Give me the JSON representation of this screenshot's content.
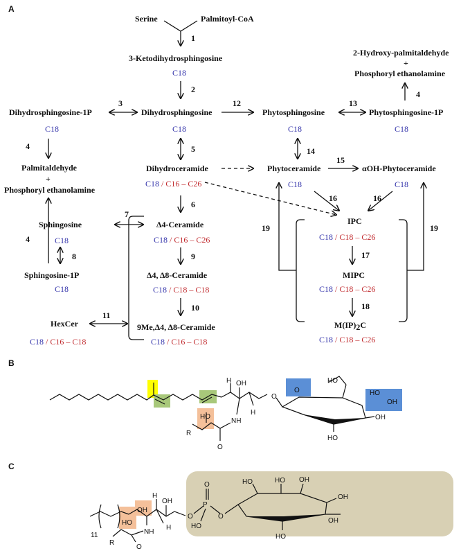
{
  "panels": {
    "a": "A",
    "b": "B",
    "c": "C"
  },
  "colors": {
    "c18": "#3333aa",
    "range": "#c0282c",
    "orange": "#f4c09a",
    "green": "#a8c87a",
    "yellow": "#ffff00",
    "blue": "#5b8fd6",
    "tan": "#d8d0b4"
  },
  "pathway": {
    "serine": "Serine",
    "palmitoyl_coa": "Palmitoyl-CoA",
    "ketodihydrosphingosine": "3-Ketodihydrosphingosine",
    "dihydrosphingosine_1p": "Dihydrosphingosine-1P",
    "dihydrosphingosine": "Dihydrosphingosine",
    "phytosphingosine": "Phytosphingosine",
    "phytosphingosine_1p": "Phytosphingosine-1P",
    "hydroxy_palmitaldehyde": "2-Hydroxy-palmitaldehyde",
    "plus": "+",
    "phosphoryl_ethanolamine": "Phosphoryl ethanolamine",
    "palmitaldehyde": "Palmitaldehyde",
    "dihydroceramide": "Dihydroceramide",
    "phytoceramide": "Phytoceramide",
    "aoh_phytoceramide": "αOH-Phytoceramide",
    "sphingosine": "Sphingosine",
    "d4_ceramide": "Δ4-Ceramide",
    "sphingosine_1p": "Sphingosine-1P",
    "d4d8_ceramide": "Δ4, Δ8-Ceramide",
    "hexcer": "HexCer",
    "me_ceramide": "9Me,Δ4, Δ8-Ceramide",
    "ipc": "IPC",
    "mipc": "MIPC",
    "mip2c_main": "M(IP)",
    "mip2c_sub": "2",
    "mip2c_end": "C",
    "c18": "C18",
    "slash": " / ",
    "r_c16_c26": "C16 – C26",
    "r_c16_c18": "C16 – C18",
    "r_c18_c26": "C18 – C26",
    "r_c18_c18": "C18 – C18"
  },
  "steps": [
    "1",
    "2",
    "3",
    "4",
    "5",
    "6",
    "7",
    "8",
    "9",
    "10",
    "11",
    "12",
    "13",
    "14",
    "15",
    "16",
    "17",
    "18",
    "19"
  ],
  "chem": {
    "oh": "OH",
    "ho": "HO",
    "h": "H",
    "nh": "NH",
    "o": "O",
    "r": "R",
    "p": "P",
    "eleven": "11"
  }
}
